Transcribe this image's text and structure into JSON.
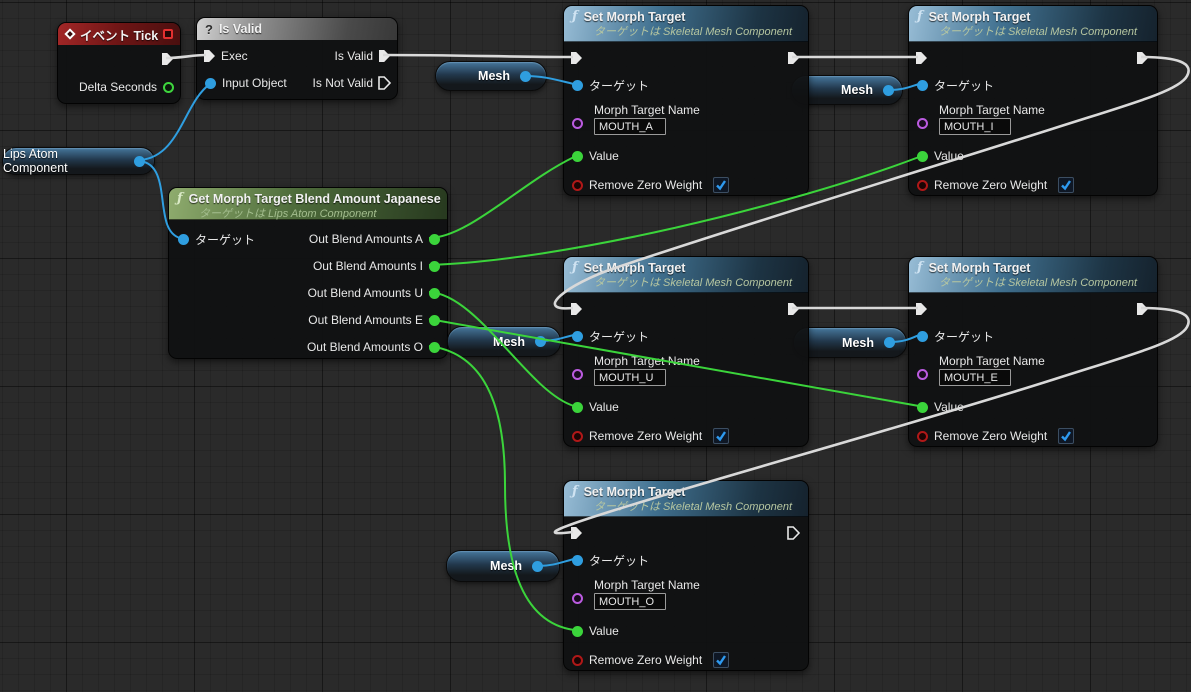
{
  "icons": {
    "fn": "ƒ",
    "question": "?"
  },
  "event_tick": {
    "title": "イベント Tick",
    "delta_label": "Delta Seconds"
  },
  "is_valid": {
    "title": "Is Valid",
    "exec_in": "Exec",
    "input_object": "Input Object",
    "is_valid_out": "Is Valid",
    "is_not_valid_out": "Is Not Valid"
  },
  "lips": {
    "label": "Lips Atom Component"
  },
  "get_morph": {
    "title": "Get Morph Target Blend Amount Japanese",
    "subtitle": "ターゲットは Lips Atom Component",
    "target": "ターゲット",
    "outputs": [
      "Out Blend Amounts A",
      "Out Blend Amounts I",
      "Out Blend Amounts U",
      "Out Blend Amounts E",
      "Out Blend Amounts O"
    ]
  },
  "set_morph": {
    "title": "Set Morph Target",
    "subtitle": "ターゲットは Skeletal Mesh Component",
    "target": "ターゲット",
    "name_label": "Morph Target Name",
    "value_label": "Value",
    "remove_label": "Remove Zero Weight"
  },
  "set_values": [
    "MOUTH_A",
    "MOUTH_I",
    "MOUTH_U",
    "MOUTH_E",
    "MOUTH_O"
  ],
  "mesh": {
    "label": "Mesh"
  },
  "colors": {
    "exec_wire": "#d9d9d9",
    "object_wire": "#2f9ee0",
    "float_wire": "#3bd43b",
    "event_header": "#a32727",
    "function_header": "#40708f",
    "pure_header": "#4e6c3b",
    "macro_header": "#8e8e8e",
    "checkbox_check": "#2e9af0"
  }
}
